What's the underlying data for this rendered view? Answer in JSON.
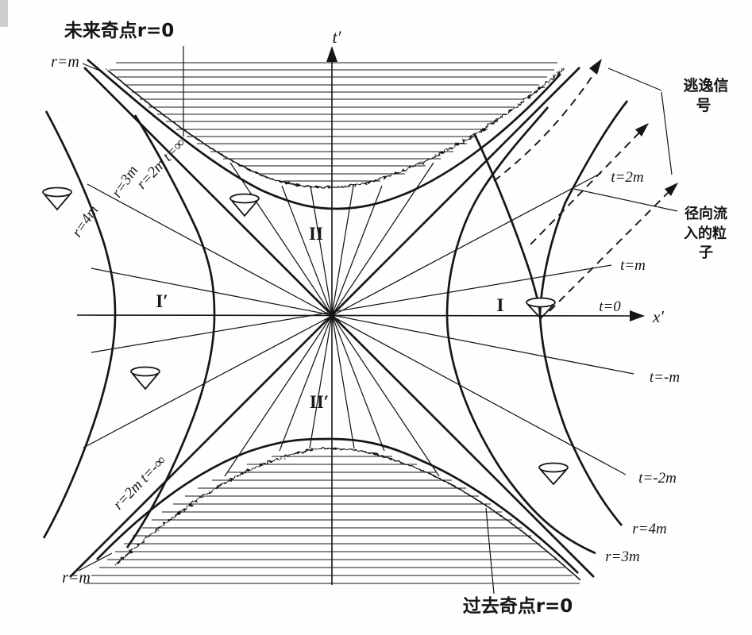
{
  "figure": {
    "title_semantics": "Kruskal diagram of Schwarzschild black hole",
    "ink_color": "#161616",
    "background_color": "#fefefe",
    "labels": {
      "future_singularity": "未来奇点r=0",
      "past_singularity": "过去奇点r=0",
      "escape_signal_line1": "逃逸信",
      "escape_signal_line2": "号",
      "infall_line1": "径向流",
      "infall_line2": "入的粒",
      "infall_line3": "子",
      "t_axis": "t′",
      "x_axis": "x′",
      "r_m_top": "r=m",
      "r_m_bottom": "r=m",
      "r_2m_t_inf": "r=2m t=∞",
      "r_2m_t_neg_inf": "r=2m t=-∞",
      "r_3m_left": "r=3m",
      "r_4m_left": "r=4m",
      "r_3m_right": "r=3m",
      "r_4m_right": "r=4m",
      "t_2m": "t=2m",
      "t_m": "t=m",
      "t_0": "t=0",
      "t_neg_m": "t=-m",
      "t_neg_2m": "t=-2m",
      "region_I": "I",
      "region_I_prime": "I′",
      "region_II": "II",
      "region_II_prime": "II′"
    }
  }
}
